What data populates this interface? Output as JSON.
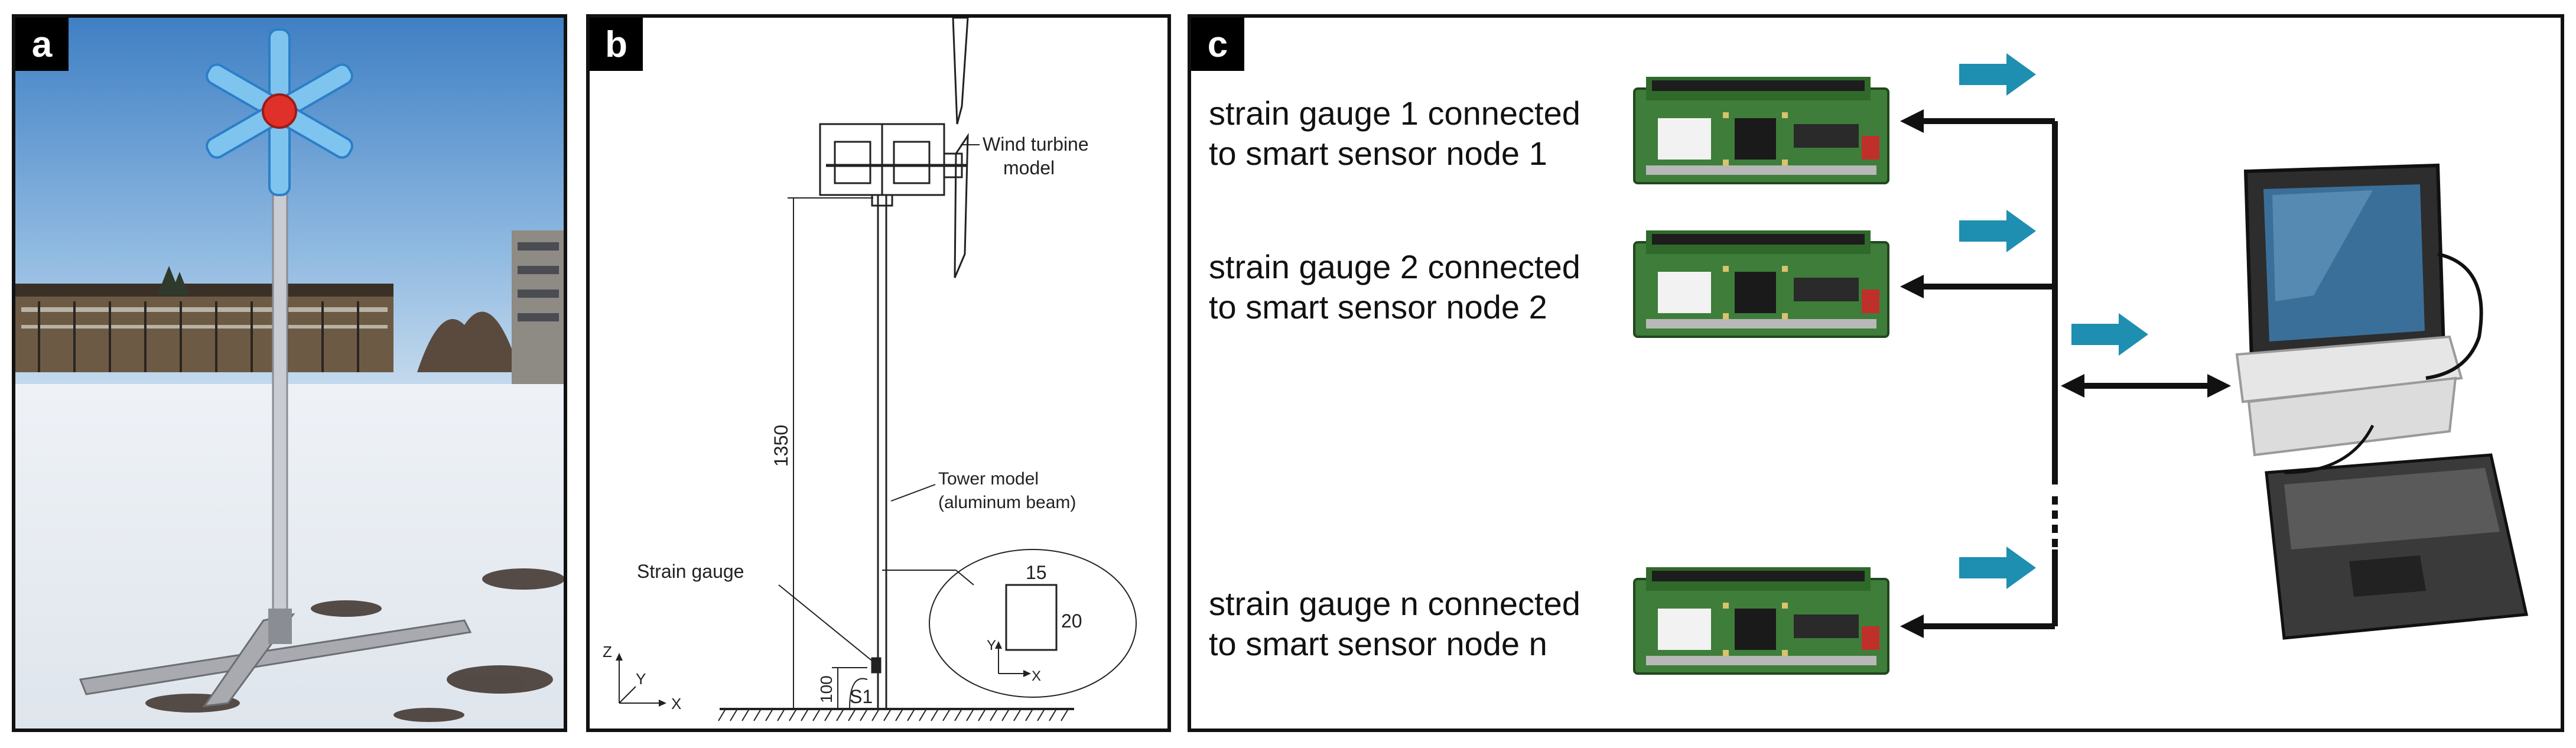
{
  "panels": {
    "a": {
      "tag": "a"
    },
    "b": {
      "tag": "b",
      "labels": {
        "wind_turbine_line1": "Wind turbine",
        "wind_turbine_line2": "model",
        "tower_line1": "Tower model",
        "tower_line2": "(aluminum beam)",
        "strain_gauge": "Strain gauge",
        "height_dim": "1350",
        "base_dim": "100",
        "sensor_id": "S1",
        "section_width": "15",
        "section_height": "20",
        "axis_z": "Z",
        "axis_y": "Y",
        "axis_x": "X",
        "inset_axis_y": "Y",
        "inset_axis_x": "X"
      }
    },
    "c": {
      "tag": "c",
      "nodes": [
        {
          "line1": "strain gauge 1 connected",
          "line2": "to smart sensor node 1"
        },
        {
          "line1": "strain gauge 2 connected",
          "line2": "to smart sensor node 2"
        },
        {
          "line1": "strain gauge n connected",
          "line2": "to smart sensor node n"
        }
      ]
    }
  },
  "colors": {
    "arrow_accent": "#1e8fb0",
    "pcb_green": "#3f7d3a",
    "line": "#111111"
  }
}
